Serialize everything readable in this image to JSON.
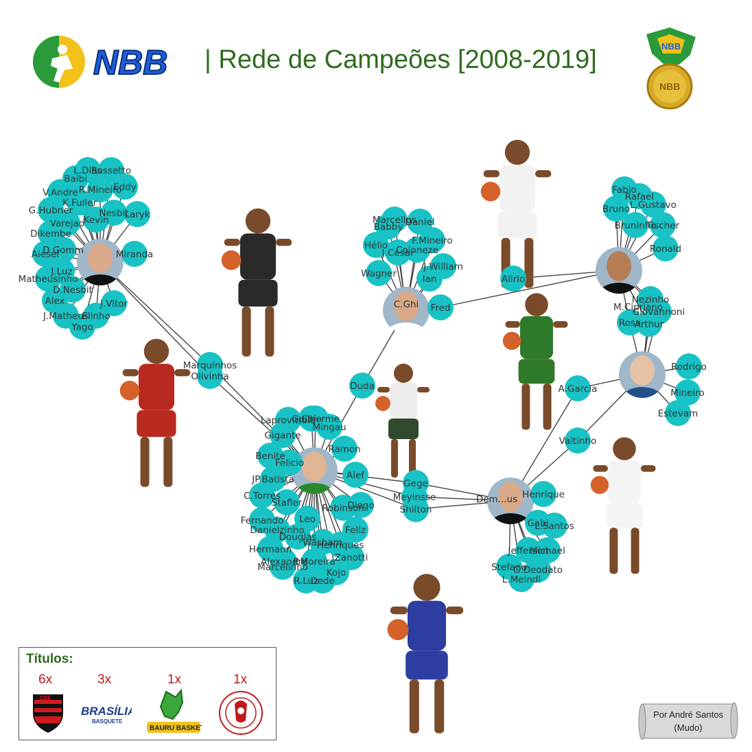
{
  "header": {
    "logo_text": "NBB",
    "title": "| Rede de Campeões [2008-2019]",
    "medal_text": "NBB"
  },
  "colors": {
    "node": "#19c2c4",
    "edge": "#444444",
    "title_green": "#2e6b1e",
    "count_red": "#c0181b"
  },
  "titles": {
    "heading": "Títulos:",
    "teams": [
      {
        "name": "Flamengo",
        "count": "6x",
        "icon": "flamengo-crest-icon"
      },
      {
        "name": "Brasília Basquete",
        "count": "3x",
        "icon": "brasilia-logo-icon"
      },
      {
        "name": "Bauru Basket",
        "count": "1x",
        "icon": "bauru-dragon-icon"
      },
      {
        "name": "Paulistano",
        "count": "1x",
        "icon": "paulistano-crest-icon"
      }
    ],
    "logo_texts": {
      "brasilia": "BRASÍLIA",
      "brasilia_sub": "BASQUETE",
      "bauru": "BAURU BASKET"
    }
  },
  "credit": {
    "line1": "Por André Santos",
    "line2": "(Mudo)"
  },
  "coaches": [
    {
      "id": "flamengo_coach",
      "label": ""
    },
    {
      "id": "brasilia_coach",
      "label": "C.Ghi"
    },
    {
      "id": "flamengo_main_coach",
      "label": ""
    },
    {
      "id": "bauru_coach",
      "label": "Dem...us"
    },
    {
      "id": "coach_right_top",
      "label": "M.Cipriano"
    },
    {
      "id": "coach_right_mid",
      "label": ""
    }
  ],
  "nodes": [
    "L.Dias",
    "Rossetto",
    "Balbi",
    "R.Mineiro",
    "Eddy",
    "V.Andre",
    "K.Fuller",
    "G.Hubner",
    "Nesbit",
    "Laryk",
    "Varejao",
    "Kevin",
    "Dikembe",
    "D.Gomm",
    "Miranda",
    "Aiesel",
    "J.Luz",
    "Matheusinho",
    "D.Nesbit",
    "J.Vitor",
    "Alex",
    "J.Matheus",
    "Elinho",
    "Yago",
    "Marquinhos",
    "Olivinha",
    "Marcellus",
    "Daniel",
    "Babby",
    "F.Mineiro",
    "Hélio",
    "Coloneze",
    "J.Cesar",
    "J.William",
    "Wagner",
    "Ian",
    "Fred",
    "Alirio",
    "Fabio",
    "Rafael",
    "L.Gustavo",
    "Bruno",
    "Bruninho",
    "Tischer",
    "Ronald",
    "Nezinho",
    "Giovannoni",
    "M.Cipriano",
    "Rosa",
    "Arthur",
    "Rodrigo",
    "Mineiro",
    "Estevam",
    "A.Garcia",
    "Valtinho",
    "Duda",
    "Laprovittola",
    "Caio",
    "Guilherme",
    "Mingau",
    "Gigante",
    "Ramon",
    "Benite",
    "Felicio",
    "JP.Batista",
    "Alef",
    "C.Torres",
    "Stafler",
    "Robinson",
    "Diego",
    "Fernando",
    "Leo",
    "Danielzinho",
    "Feliz",
    "Douglas",
    "Washam",
    "Hermann",
    "Henriques",
    "Alexandre",
    "Zanotti",
    "Marcelinho",
    "P.Moreira",
    "Kojo",
    "R.Luz",
    "Dede",
    "Gege",
    "Meyinsse",
    "Shilton",
    "Henrique",
    "Gabi",
    "L.Santos",
    "Jefferson",
    "Michael",
    "Stefano",
    "G.Deodato",
    "L.Meindl"
  ]
}
